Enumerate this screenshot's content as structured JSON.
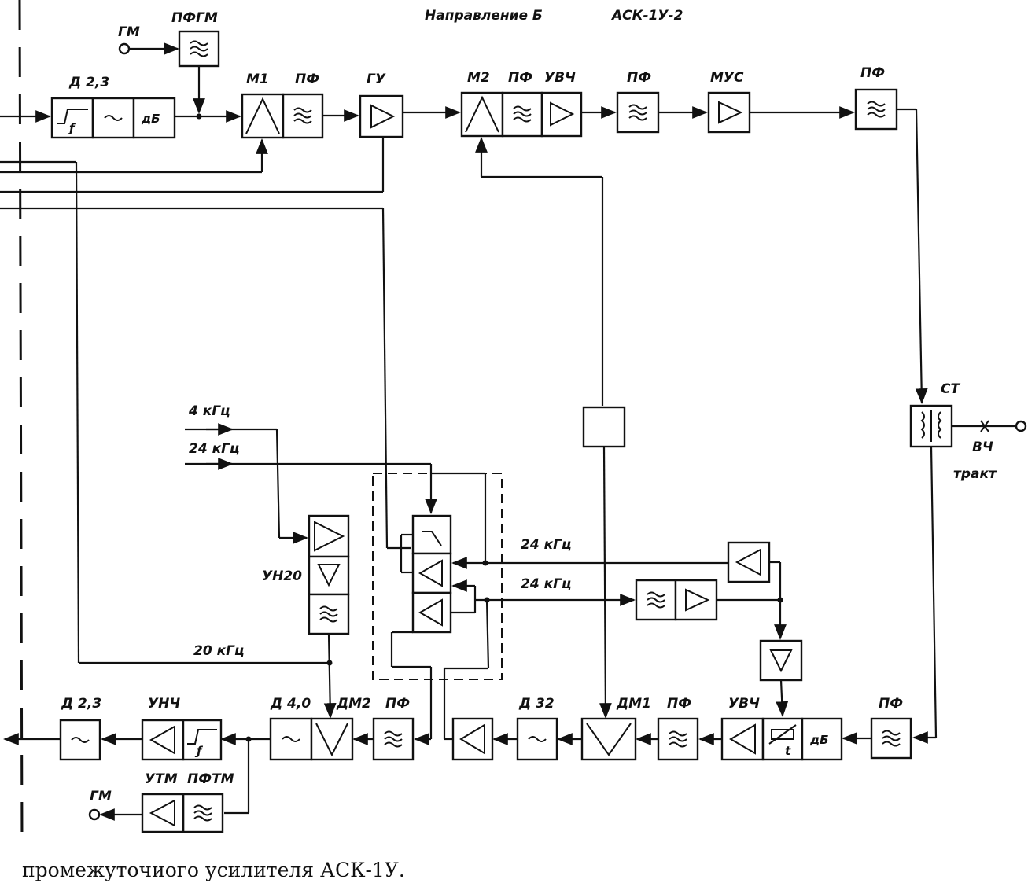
{
  "header": {
    "direction": "Направление Б",
    "model": "АСК-1У-2"
  },
  "caption": "промежуточиого усилителя АСК-1У.",
  "labels": {
    "gm_top": "ГМ",
    "pfgm": "ПФГМ",
    "d23_top": "Д 2,3",
    "m1": "М1",
    "pf_m1": "ПФ",
    "gu": "ГУ",
    "m2": "М2",
    "pf_m2": "ПФ",
    "uvch_top": "УВЧ",
    "pf_mid_top": "ПФ",
    "mus": "МУС",
    "pf_right_top": "ПФ",
    "st": "СТ",
    "vch": "ВЧ",
    "trakt": "тракт",
    "f4": "4 кГц",
    "f24_in": "24 кГц",
    "un20": "УН20",
    "f24_a": "24 кГц",
    "f24_b": "24 кГц",
    "f20": "20 кГц",
    "d23_bot": "Д 2,3",
    "unch": "УНЧ",
    "d40": "Д 4,0",
    "dm2": "ДМ2",
    "pf_dm2": "ПФ",
    "d32": "Д 32",
    "dm1": "ДМ1",
    "pf_dm1": "ПФ",
    "uvch_bot": "УВЧ",
    "pf_bot_right": "ПФ",
    "utm": "УТМ",
    "pftm": "ПФТМ",
    "gm_bot": "ГМ"
  },
  "block_symbols": {
    "corrector": "ƒ",
    "attenuator": "дБ",
    "thermistor": "t"
  },
  "colors": {
    "ink": "#111111",
    "paper": "#ffffff"
  }
}
